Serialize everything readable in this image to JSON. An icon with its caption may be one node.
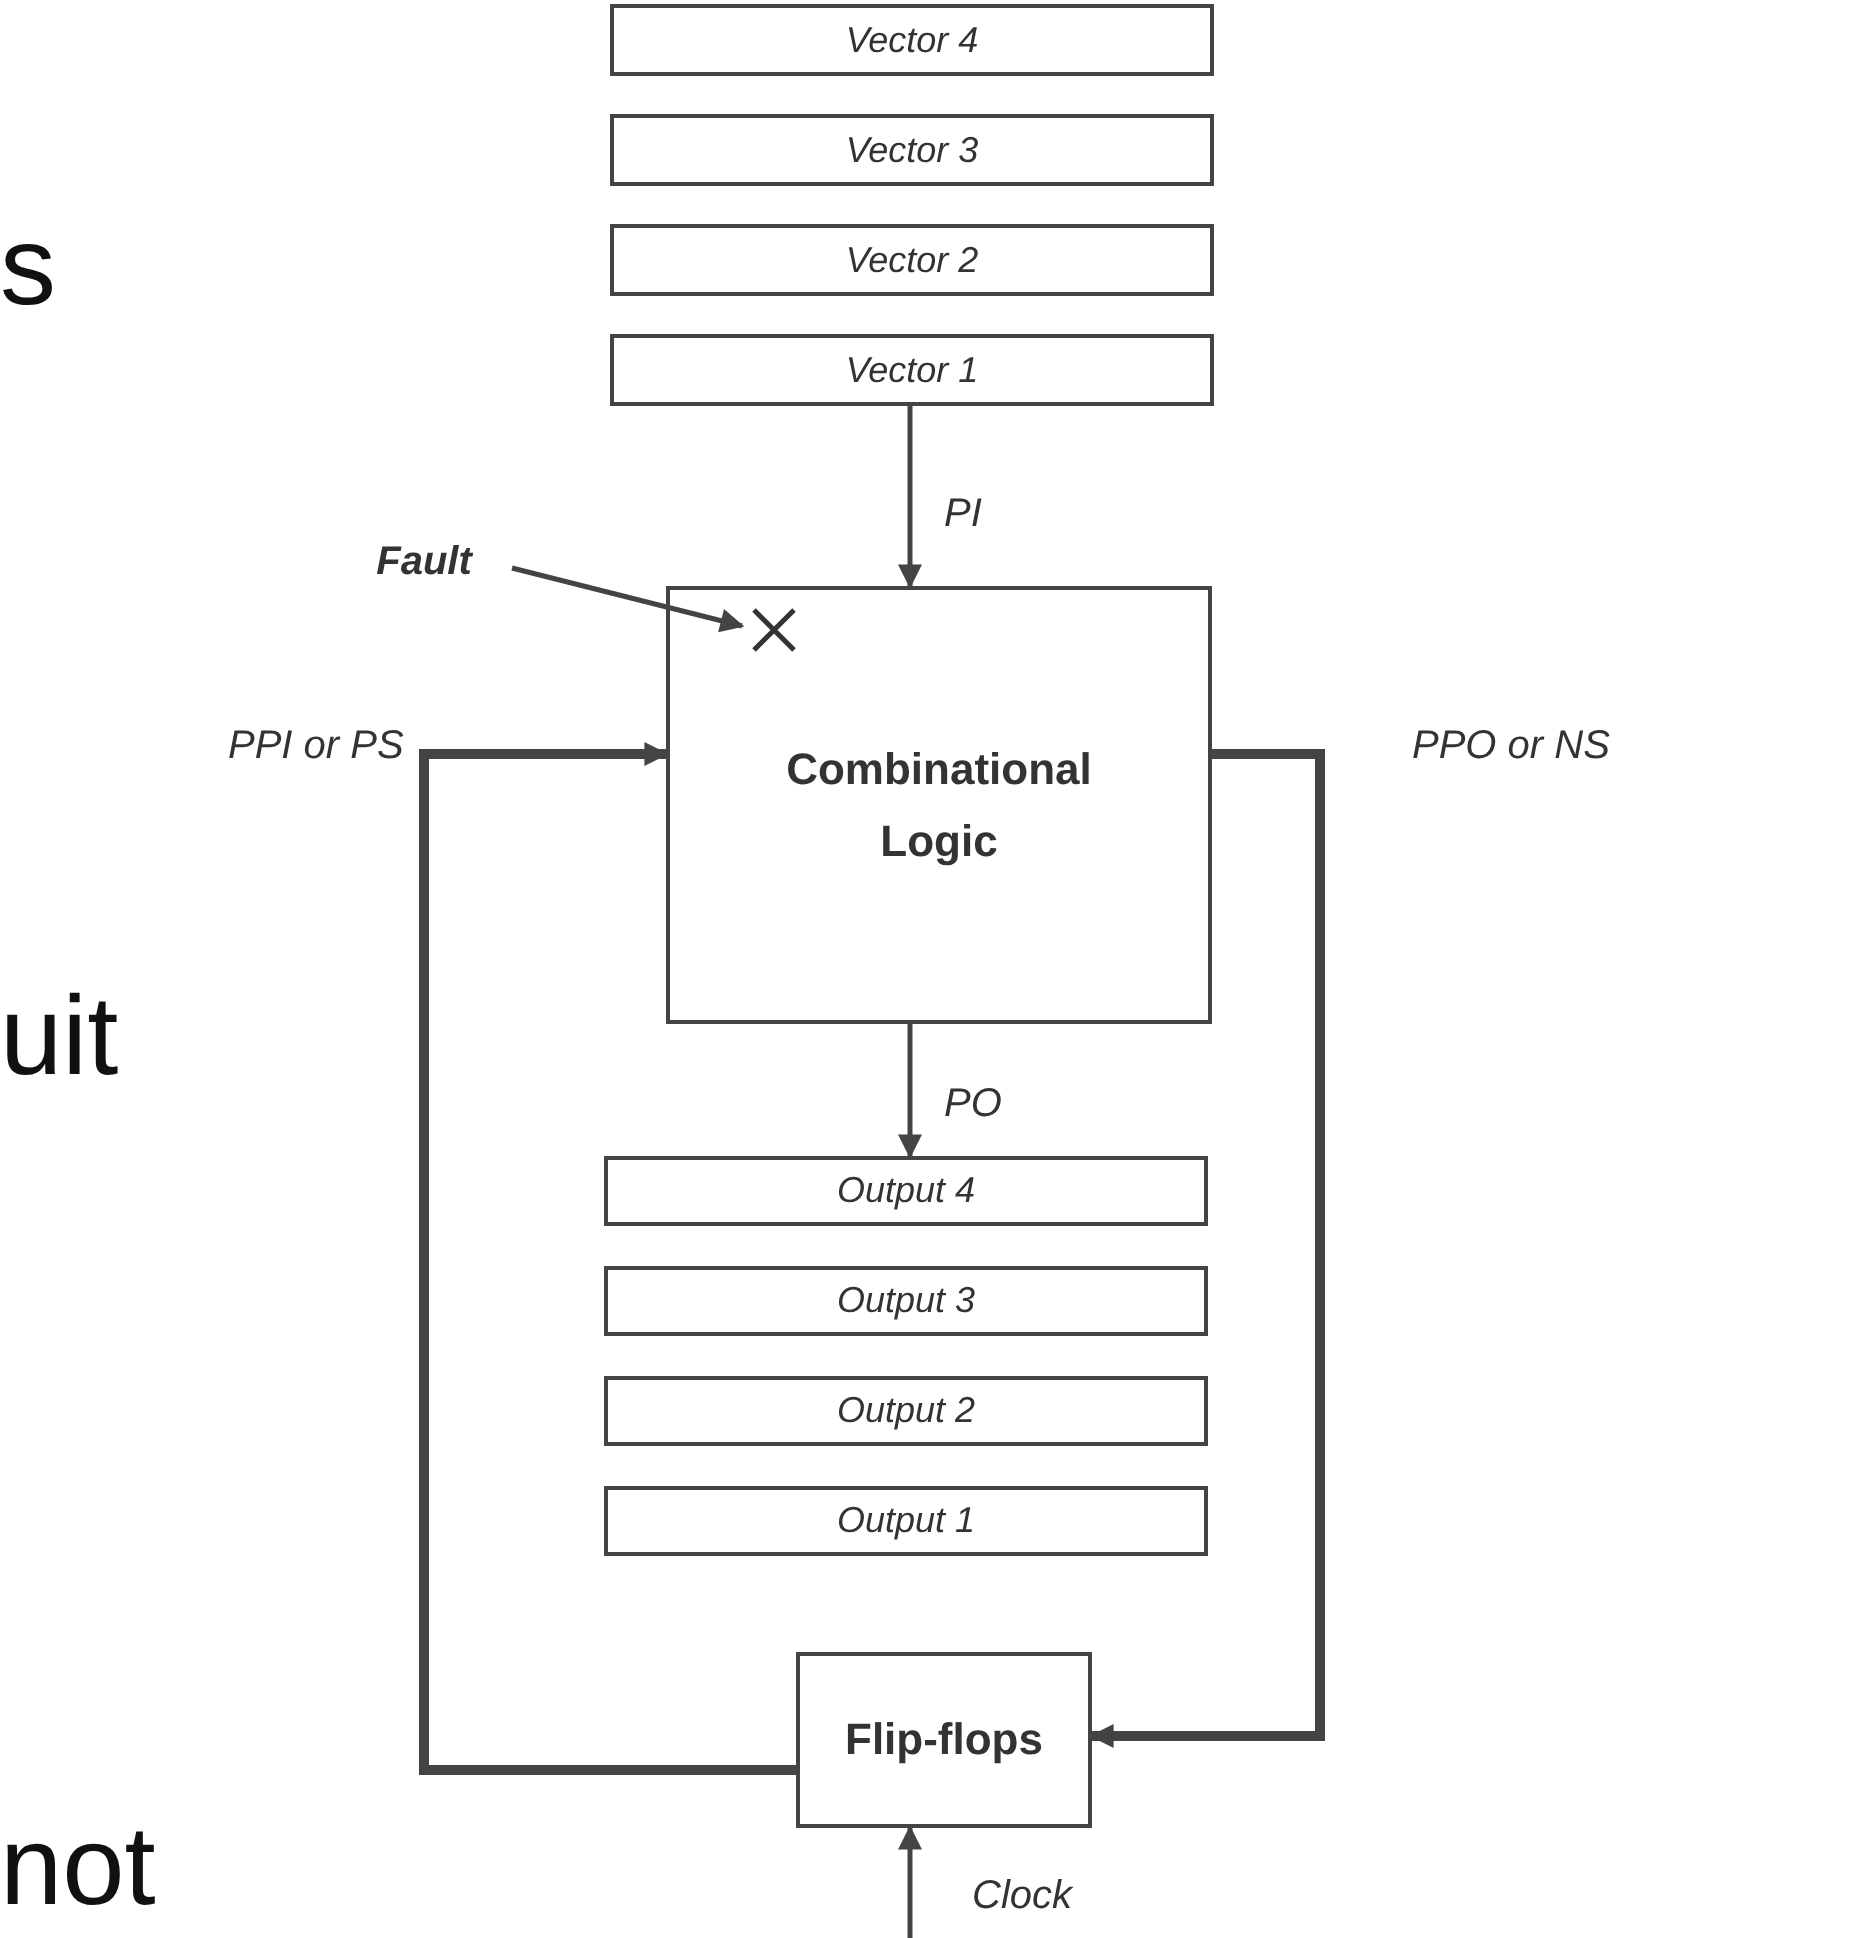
{
  "diagram": {
    "nodes": [
      {
        "text": [
          "Vector 4"
        ]
      },
      {
        "text": [
          "Vector 3"
        ]
      },
      {
        "text": [
          "Vector 2"
        ]
      },
      {
        "text": [
          "Vector 1"
        ]
      },
      {
        "text": [
          "Combinational Logic"
        ]
      },
      {
        "text": [
          "Fault"
        ]
      },
      {
        "text": [],
        "shape": "cross",
        "in": 4
      },
      {
        "text": [
          "Output 4"
        ]
      },
      {
        "text": [
          "Output 3"
        ]
      },
      {
        "text": [
          "Output 2"
        ]
      },
      {
        "text": [
          "Output 1"
        ]
      },
      {
        "text": [
          "Flip-flops"
        ]
      }
    ],
    "edges": [
      {
        "from": 3,
        "to": 4,
        "arrow": "to",
        "label": "PI"
      },
      {
        "from": 4,
        "to": 7,
        "arrow": "to",
        "label": "PO"
      },
      {
        "from": 11,
        "to": 4,
        "arrow": "to",
        "label": "PPI or PS",
        "style": "thick"
      },
      {
        "from": 4,
        "to": 11,
        "arrow": "to",
        "label": "PPO or NS",
        "style": "thick"
      },
      {
        "from": 5,
        "to": 6,
        "arrow": "to"
      },
      {
        "from": null,
        "to": 11,
        "arrow": "to",
        "label": "Clock"
      }
    ],
    "labels": [
      "s",
      "uit",
      "not"
    ]
  }
}
